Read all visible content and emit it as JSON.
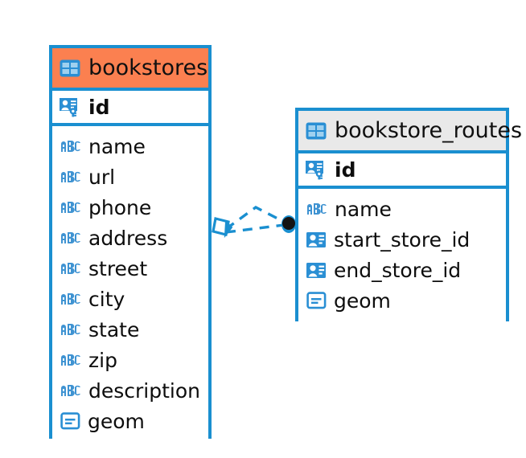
{
  "diagram": {
    "type": "entity-relationship-diagram",
    "background": "#ffffff",
    "accent_color": "#1a8fd0",
    "highlight_color": "#fb8050",
    "neutral_header_color": "#e9e9e9"
  },
  "tables": [
    {
      "name": "bookstores",
      "header_style": "orange",
      "header_icon": "table-icon",
      "primary_key": {
        "label": "id",
        "icon": "primary-key-icon"
      },
      "fields": [
        {
          "label": "name",
          "icon": "text-type-icon"
        },
        {
          "label": "url",
          "icon": "text-type-icon"
        },
        {
          "label": "phone",
          "icon": "text-type-icon"
        },
        {
          "label": "address",
          "icon": "text-type-icon"
        },
        {
          "label": "street",
          "icon": "text-type-icon"
        },
        {
          "label": "city",
          "icon": "text-type-icon"
        },
        {
          "label": "state",
          "icon": "text-type-icon"
        },
        {
          "label": "zip",
          "icon": "text-type-icon"
        },
        {
          "label": "description",
          "icon": "text-type-icon"
        },
        {
          "label": "geom",
          "icon": "geometry-type-icon"
        }
      ]
    },
    {
      "name": "bookstore_routes",
      "header_style": "gray",
      "header_icon": "table-icon",
      "primary_key": {
        "label": "id",
        "icon": "primary-key-icon"
      },
      "fields": [
        {
          "label": "name",
          "icon": "text-type-icon"
        },
        {
          "label": "start_store_id",
          "icon": "foreign-key-icon"
        },
        {
          "label": "end_store_id",
          "icon": "foreign-key-icon"
        },
        {
          "label": "geom",
          "icon": "geometry-type-icon"
        }
      ]
    }
  ],
  "relationship": {
    "from_table": "bookstores",
    "to_table": "bookstore_routes",
    "source_endpoint_icon": "crows-foot-diamond-icon",
    "target_endpoint_icon": "filled-circle-endpoint-icon",
    "line_style": "dashed",
    "line_color": "#1a8fd0"
  }
}
